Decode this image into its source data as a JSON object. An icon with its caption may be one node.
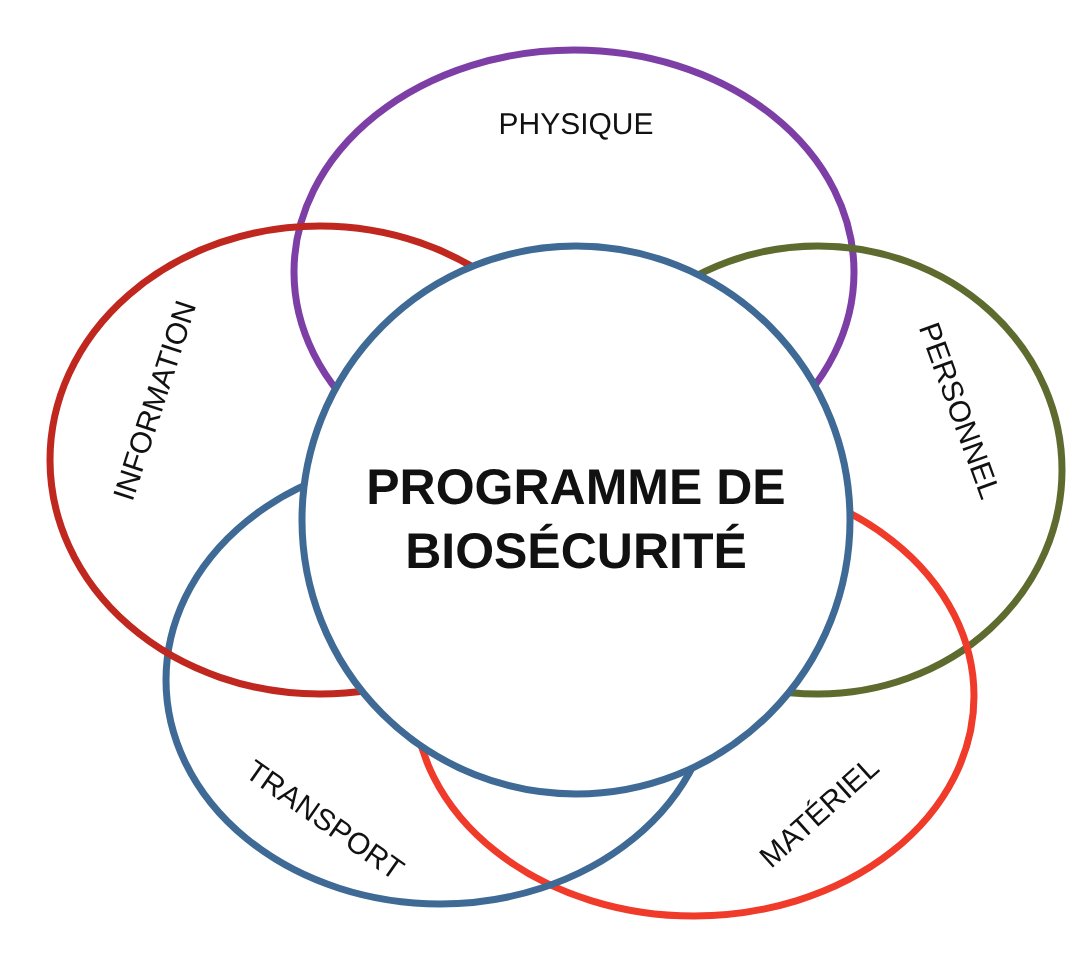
{
  "diagram": {
    "nodes": [
      {
        "text": [
          "PROGRAMME DE BIOSÉCURITÉ"
        ]
      },
      {
        "text": [
          "PHYSIQUE"
        ]
      },
      {
        "text": [
          "PERSONNEL"
        ]
      },
      {
        "text": [
          "MATÉRIEL"
        ]
      },
      {
        "text": [
          "TRANSPORT"
        ]
      },
      {
        "text": [
          "INFORMATION"
        ]
      }
    ]
  }
}
